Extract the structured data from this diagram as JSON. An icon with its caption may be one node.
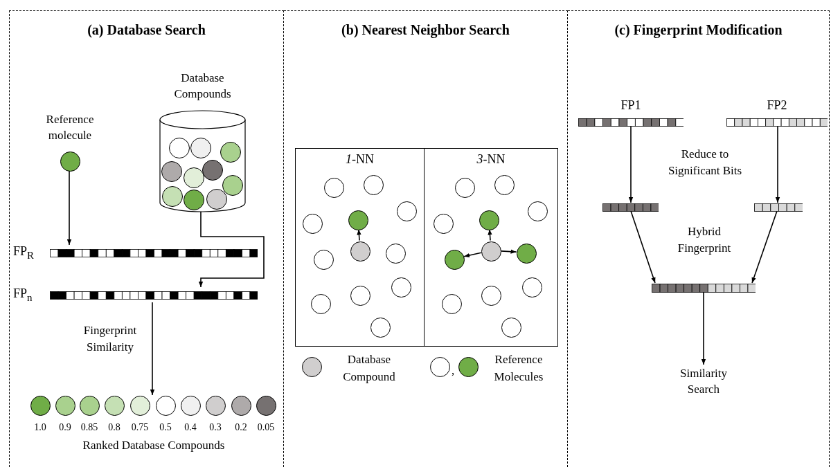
{
  "diagram": {
    "nodes": [
      {
        "text": [
          "(a) Database Search"
        ]
      },
      {
        "text": [
          "Reference molecule"
        ],
        "in": 0
      },
      {
        "text": [
          "Database Compounds"
        ],
        "in": 0
      },
      {
        "text": [
          "FP$_{R}$"
        ],
        "in": 0
      },
      {
        "text": [
          "FP$_{n}$"
        ],
        "in": 0
      },
      {
        "text": [
          "Ranked Database Compounds"
        ],
        "in": 0
      },
      {
        "text": [
          "(b) Nearest Neighbor Search"
        ]
      },
      {
        "text": [
          "*1*-NN"
        ],
        "in": 6
      },
      {
        "text": [],
        "shape": "circle",
        "in": 7
      },
      {
        "text": [],
        "shape": "circle",
        "in": 7
      },
      {
        "text": [],
        "shape": "circle",
        "in": 7
      },
      {
        "text": [],
        "shape": "circle",
        "in": 7
      },
      {
        "text": [],
        "shape": "circle",
        "in": 7
      },
      {
        "text": [],
        "shape": "circle",
        "in": 7
      },
      {
        "text": [],
        "shape": "circle",
        "in": 7
      },
      {
        "text": [],
        "shape": "circle",
        "in": 7
      },
      {
        "text": [],
        "shape": "circle",
        "in": 7
      },
      {
        "text": [],
        "shape": "circle",
        "in": 7
      },
      {
        "text": [],
        "shape": "circle",
        "in": 7
      },
      {
        "text": [],
        "shape": "circle",
        "in": 7
      },
      {
        "text": [
          "*3*-NN"
        ],
        "in": 6
      },
      {
        "text": [],
        "shape": "circle",
        "in": 20
      },
      {
        "text": [],
        "shape": "circle",
        "in": 20
      },
      {
        "text": [],
        "shape": "circle",
        "in": 20
      },
      {
        "text": [],
        "shape": "circle",
        "in": 20
      },
      {
        "text": [],
        "shape": "circle",
        "in": 20
      },
      {
        "text": [],
        "shape": "circle",
        "in": 20
      },
      {
        "text": [],
        "shape": "circle",
        "in": 20
      },
      {
        "text": [],
        "shape": "circle",
        "in": 20
      },
      {
        "text": [],
        "shape": "circle",
        "in": 20
      },
      {
        "text": [],
        "shape": "circle",
        "in": 20
      },
      {
        "text": [],
        "shape": "circle",
        "in": 20
      },
      {
        "text": [],
        "shape": "circle",
        "in": 20
      },
      {
        "text": [
          "(c) Fingerprint Modification"
        ]
      },
      {
        "text": [
          "FP1"
        ],
        "in": 33
      },
      {
        "text": [
          "FP2"
        ],
        "in": 33
      },
      {
        "text": [],
        "shape": "bar",
        "in": 33
      },
      {
        "text": [],
        "shape": "bar",
        "in": 33
      },
      {
        "text": [],
        "shape": "bar",
        "in": 33
      },
      {
        "text": [
          "Similarity Search"
        ],
        "in": 33
      }
    ],
    "edges": [
      {
        "from": 1,
        "to": 3,
        "arrow": "to"
      },
      {
        "from": 2,
        "to": 4,
        "arrow": "to"
      },
      {
        "from": 4,
        "to": 5,
        "arrow": "to",
        "label": "Fingerprint Similarity"
      },
      {
        "from": 13,
        "to": 12,
        "arrow": "to"
      },
      {
        "from": 26,
        "to": 25,
        "arrow": "to"
      },
      {
        "from": 26,
        "to": 28,
        "arrow": "to"
      },
      {
        "from": 26,
        "to": 27,
        "arrow": "to"
      },
      {
        "from": 34,
        "to": 36,
        "arrow": "to"
      },
      {
        "from": 35,
        "to": 37,
        "arrow": "to"
      },
      {
        "from": 36,
        "to": 38,
        "arrow": "to"
      },
      {
        "from": 37,
        "to": 38,
        "arrow": "to"
      },
      {
        "from": 38,
        "to": 39,
        "arrow": "to"
      }
    ],
    "labels": [
      "1.0",
      "0.9",
      "0.85",
      "0.8",
      "0.75",
      "0.5",
      "0.4",
      "0.3",
      "0.2",
      "0.05",
      ",",
      "Reduce to Significant Bits",
      "Hybrid Fingerprint"
    ],
    "legend": [
      {
        "text": "Database Compound"
      },
      {
        "text": "Reference Molecules"
      }
    ]
  }
}
